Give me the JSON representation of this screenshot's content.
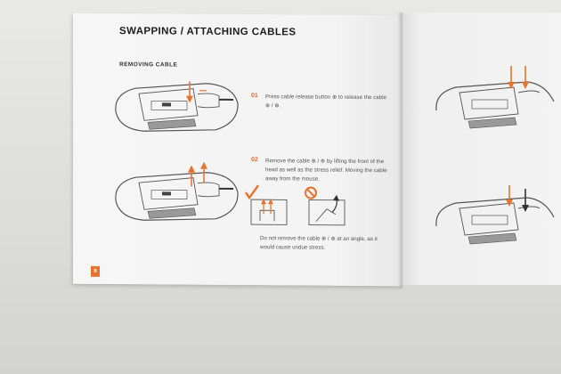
{
  "manual": {
    "title": "SWAPPING / ATTACHING CABLES",
    "section": "REMOVING CABLE",
    "page_number": "8",
    "steps": [
      {
        "number": "01",
        "text": "Press cable release button ⊕ to release the cable ⊕ / ⊕."
      },
      {
        "number": "02",
        "text": "Remove the cable ⊕ / ⊕ by lifting the front of the head as well as the stress relief. Moving the cable away from the mouse."
      }
    ],
    "note": "Do not remove the cable ⊕ / ⊕ at an angle, as it would cause undue stress."
  },
  "colors": {
    "accent": "#e8732e",
    "ink": "#333333"
  }
}
